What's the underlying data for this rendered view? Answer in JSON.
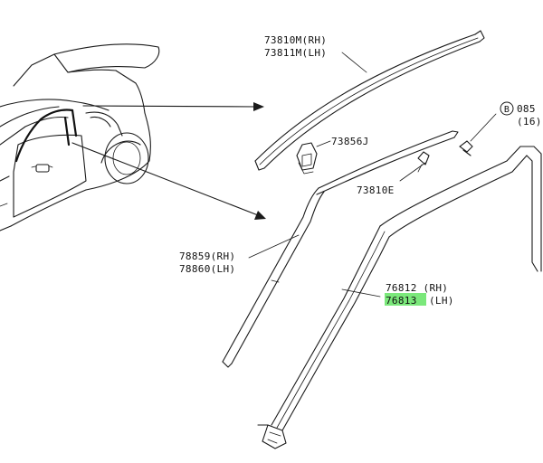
{
  "colors": {
    "line": "#1a1a1a",
    "background": "#ffffff",
    "highlight": "#7be87b"
  },
  "parts": {
    "roof_molding": {
      "rh": "73810M(RH)",
      "lh": "73811M(LH)"
    },
    "clip": {
      "code": "73856J"
    },
    "drip_molding": {
      "code": "73810E"
    },
    "bolt": {
      "marker": "B",
      "code": "085",
      "qty": "(16)"
    },
    "pillar_finisher": {
      "rh": "78859(RH)",
      "lh": "78860(LH)"
    },
    "weatherstrip": {
      "rh": "76812 (RH)",
      "lh_code": "76813",
      "lh_side": "(LH)"
    }
  }
}
